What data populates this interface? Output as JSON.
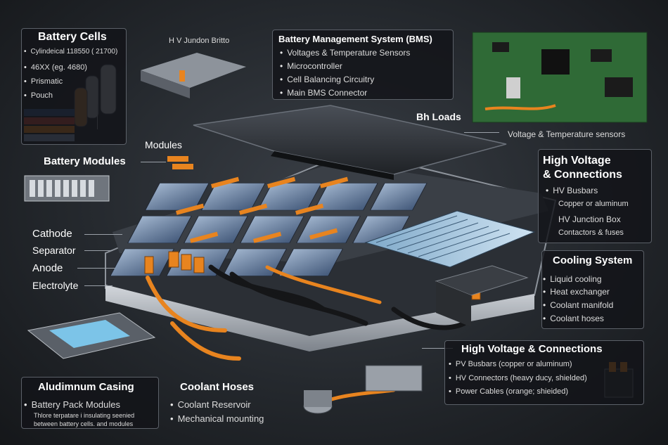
{
  "battery_cells": {
    "title": "Battery Cells",
    "items": [
      "Cylindeical 118550 ( 21700)",
      "46XX (eg. 4680)",
      "Prismatic",
      "Pouch"
    ]
  },
  "hv_junction_top": "H V Jundon Britto",
  "bms": {
    "title": "Battery Management System (BMS)",
    "items": [
      "Voltages & Temperature Sensors",
      "Microcontroller",
      "Cell Balancing Circuitry",
      "Main BMS Connector"
    ]
  },
  "bh_loads": "Bh Loads",
  "voltage_temp_sensors": "Voltage & Temperature sensors",
  "modules_label": "Modules",
  "battery_modules": "Battery Modules",
  "cell_layers": [
    "Cathode",
    "Separator",
    "Anode",
    "Electrolyte"
  ],
  "hv_connections_right": {
    "title_line1": "High Voltage",
    "title_line2": "& Connections",
    "items": [
      "HV Busbars",
      "Copper or aluminum",
      "HV Junction Box",
      "Contactors & fuses"
    ]
  },
  "cooling_system": {
    "title": "Cooling System",
    "items": [
      "Liquid cooling",
      "Heat exchanger",
      "Coolant manifold",
      "Coolant hoses"
    ]
  },
  "hv_connections_bottom": {
    "title": "High Voltage & Connections",
    "items": [
      "PV Busbars (copper or aluminum)",
      "HV Connectors (heavy ducy, shielded)",
      "Power Cables (orange; shieided)"
    ]
  },
  "casing": {
    "title": "Aludimnum Casing",
    "item": "Battery Pack Modules",
    "note_line1": "Thlore terpatare i insulating seenied",
    "note_line2": "between battery cells. and modules"
  },
  "coolant_hoses": {
    "title": "Coolant Hoses",
    "items": [
      "Coolant Reservoir",
      "Mechanical mounting"
    ]
  },
  "colors": {
    "accent_orange": "#e8841f",
    "cell_blue": "#5e7fa8",
    "frame_silver": "#b9bec5",
    "pcb_green": "#2f6a36"
  }
}
